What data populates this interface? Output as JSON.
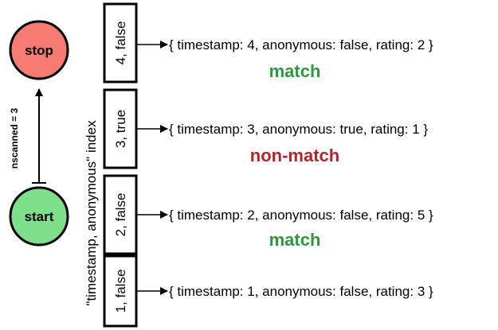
{
  "nodes": {
    "stop": {
      "label": "stop",
      "fill": "#f77b72"
    },
    "start": {
      "label": "start",
      "fill": "#7ee08a"
    }
  },
  "nscanned": "nscanned = 3",
  "index_label": "\"timestamp, anonymous\" index",
  "index_cells": [
    {
      "label": "4, false"
    },
    {
      "label": "3, true"
    },
    {
      "label": "2, false"
    },
    {
      "label": "1, false"
    }
  ],
  "documents": [
    {
      "text": "{ timestamp: 4, anonymous: false, rating: 2 }"
    },
    {
      "text": "{ timestamp: 3, anonymous: true, rating: 1 }"
    },
    {
      "text": "{ timestamp: 2, anonymous: false, rating: 5 }"
    },
    {
      "text": "{ timestamp: 1, anonymous: false, rating: 3 }"
    }
  ],
  "results": [
    {
      "label": "match",
      "color": "#2a9a3a"
    },
    {
      "label": "non-match",
      "color": "#b8232a"
    },
    {
      "label": "match",
      "color": "#2a9a3a"
    }
  ]
}
